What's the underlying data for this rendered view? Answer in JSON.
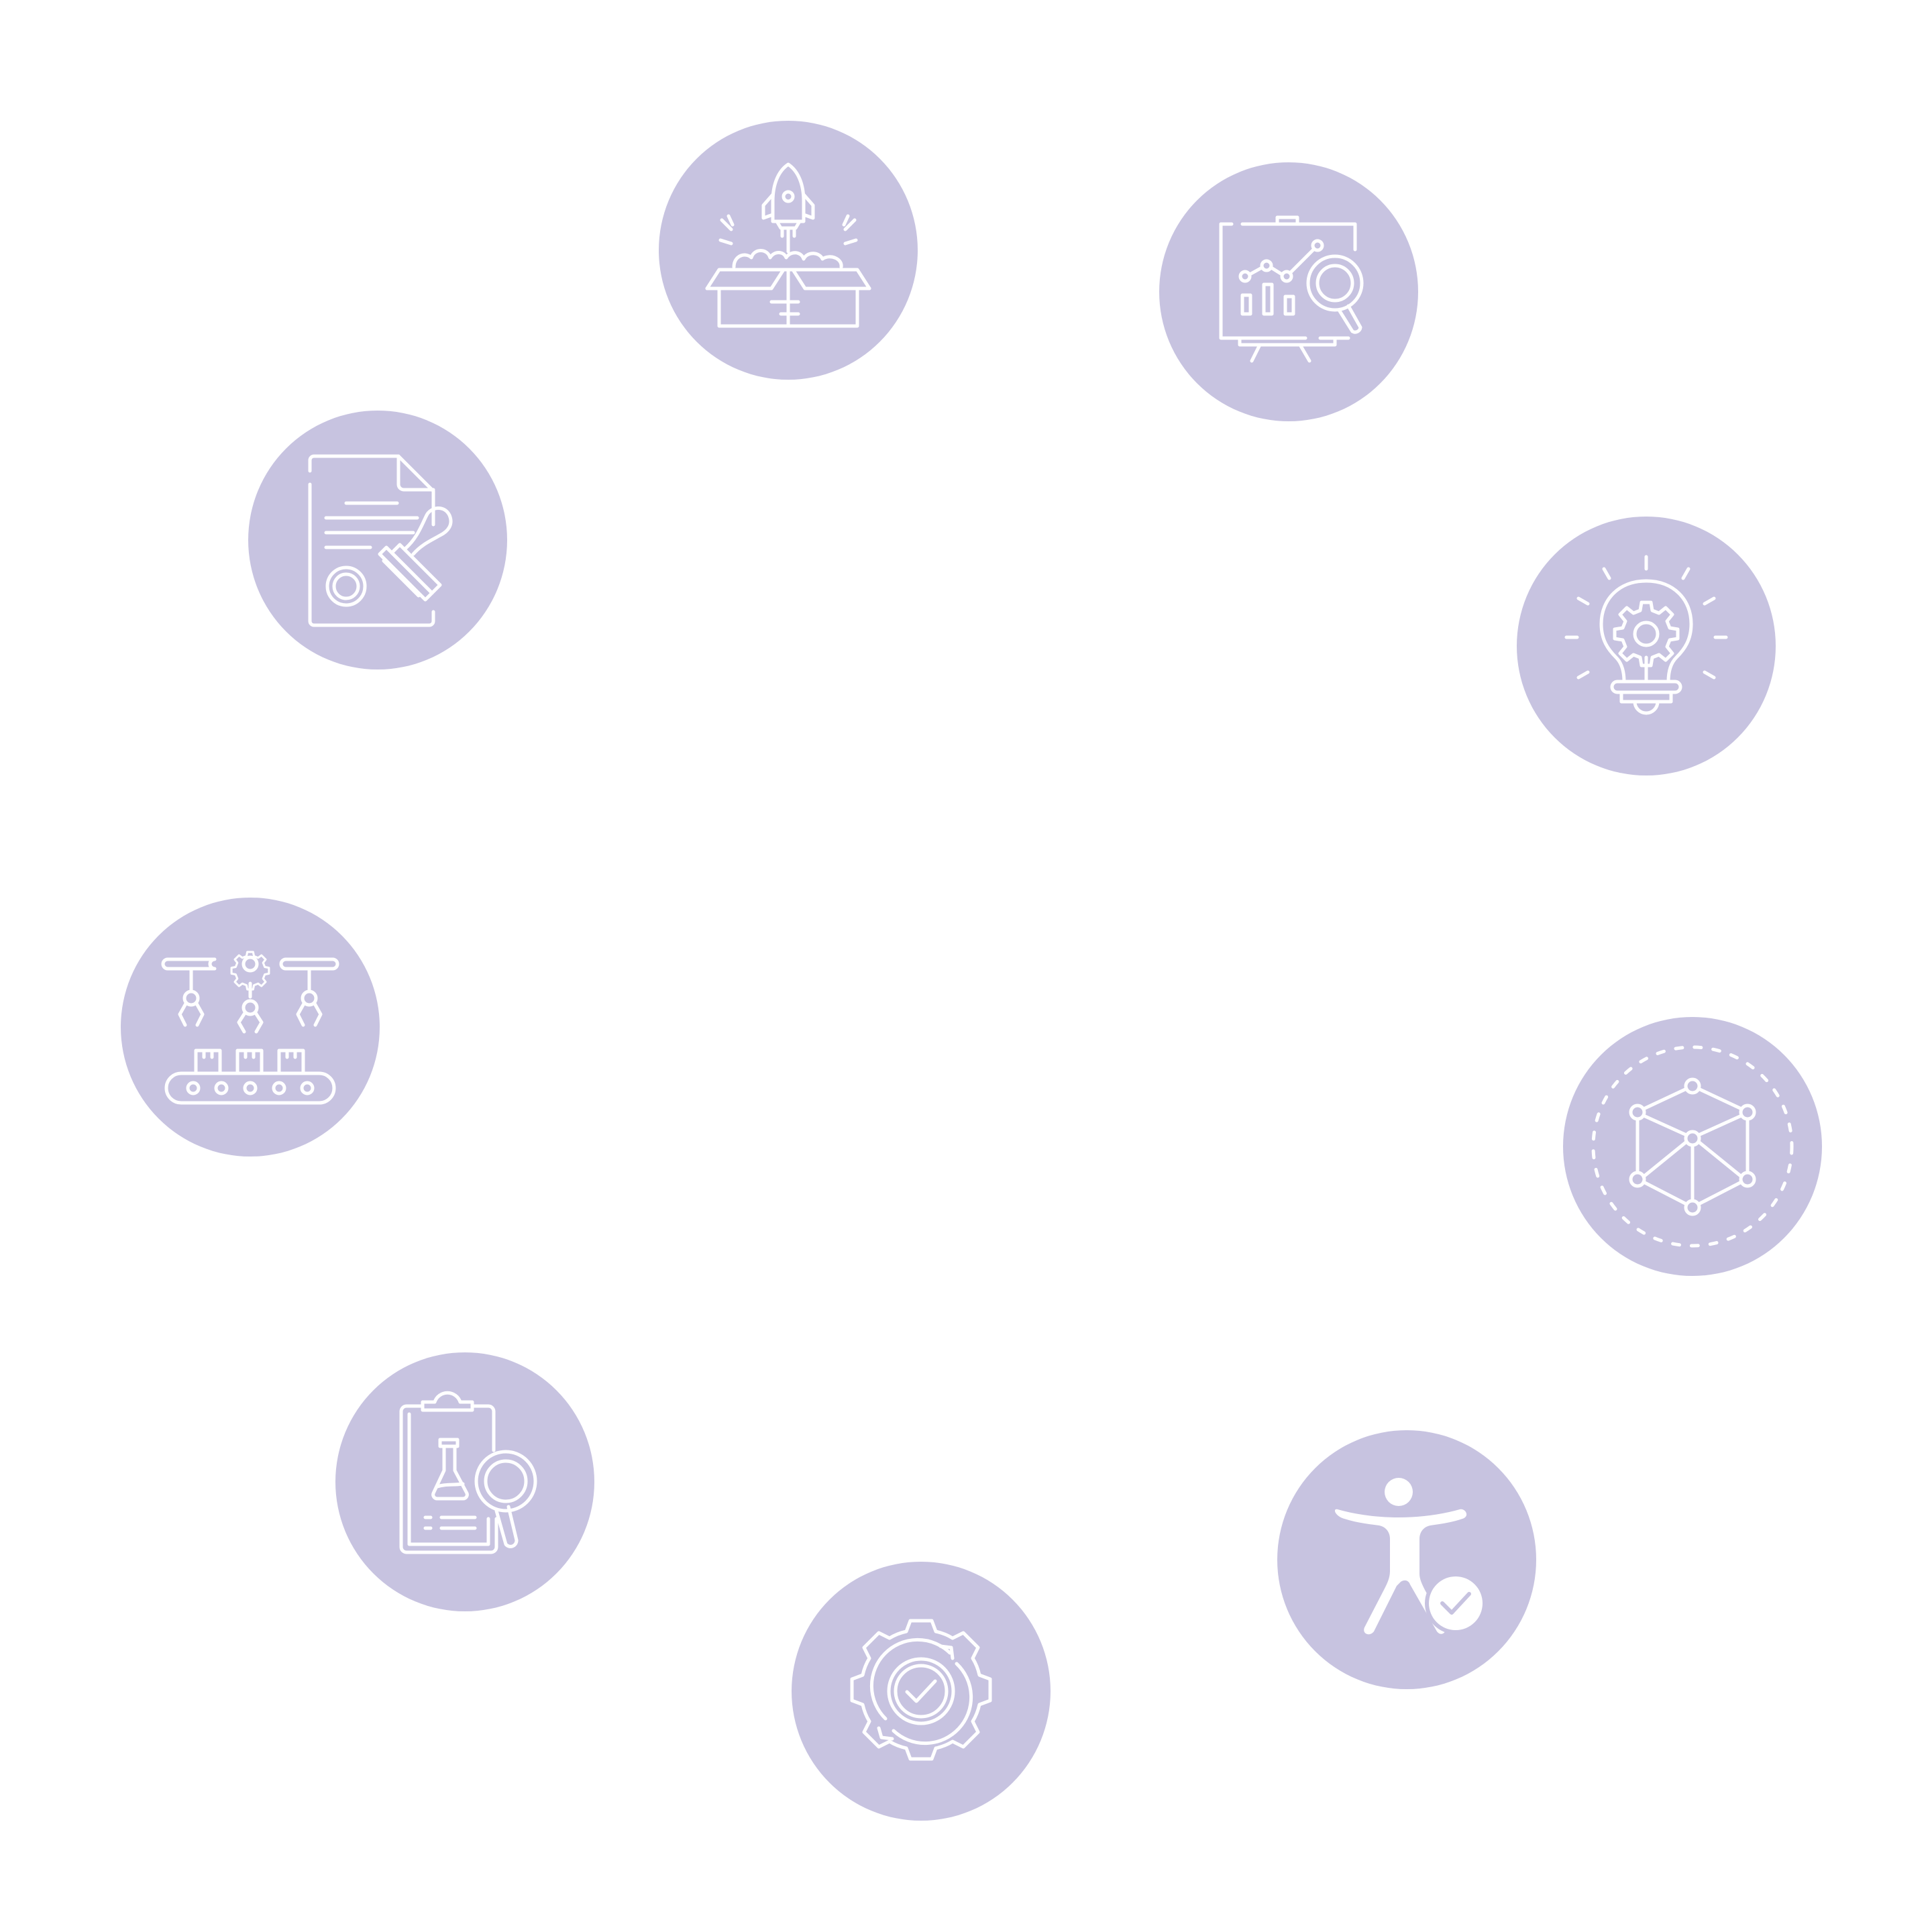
{
  "colors": {
    "background": "#ffffff",
    "circle": "#c7c3e0",
    "icon": "#ffffff"
  },
  "nodes": [
    {
      "id": "product-launch",
      "icon": "rocket-box-icon"
    },
    {
      "id": "data-analysis",
      "icon": "presentation-chart-magnifier-icon"
    },
    {
      "id": "innovation",
      "icon": "lightbulb-gear-icon"
    },
    {
      "id": "network-3d",
      "icon": "cube-network-icon"
    },
    {
      "id": "accessibility-check",
      "icon": "accessibility-check-icon"
    },
    {
      "id": "quality-gear",
      "icon": "gear-check-icon"
    },
    {
      "id": "lab-inspection",
      "icon": "clipboard-flask-magnifier-icon"
    },
    {
      "id": "automation-line",
      "icon": "conveyor-robot-arms-icon"
    },
    {
      "id": "document-approval",
      "icon": "document-stamp-icon"
    }
  ]
}
